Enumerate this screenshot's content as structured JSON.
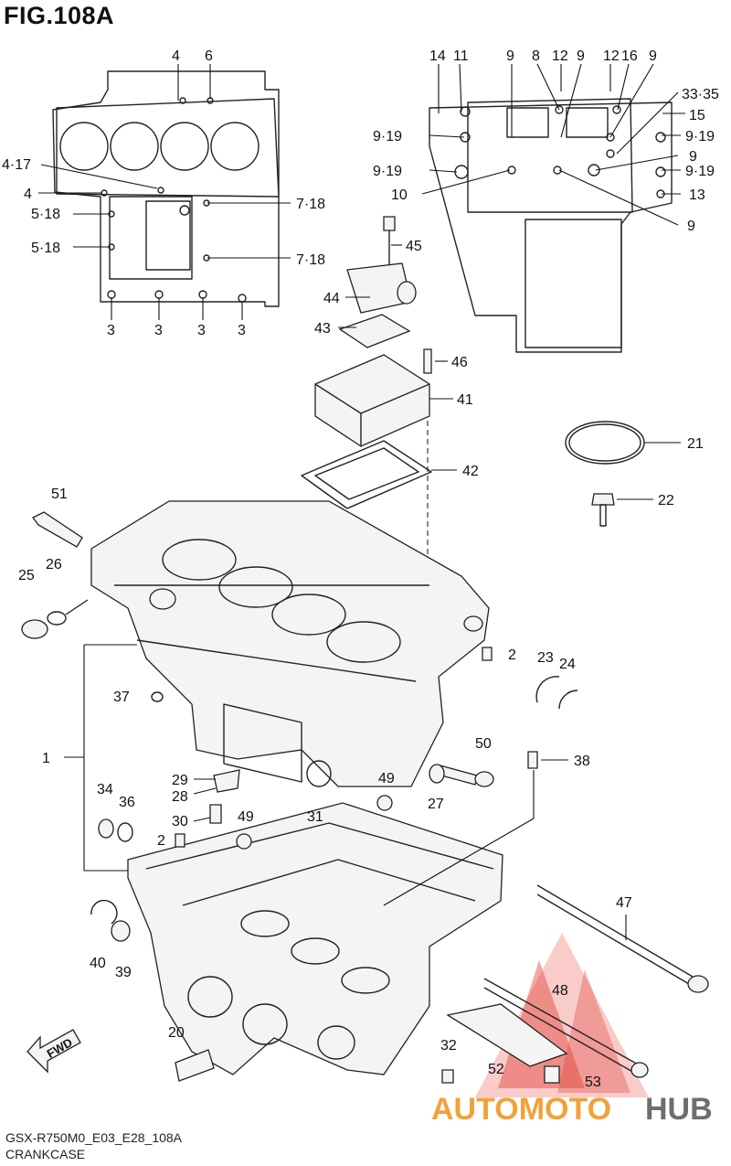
{
  "figure": {
    "title": "FIG.108A"
  },
  "footer": {
    "model_code": "GSX-R750M0_E03_E28_108A",
    "group_name": "CRANKCASE"
  },
  "fwd_label": "FWD",
  "watermark": {
    "brand_part1": "AUTOMOTO",
    "brand_part2": "HUB",
    "color_red": "#e0403a",
    "color_orange": "#f0a23a",
    "color_grey": "#6e6e6e"
  },
  "callouts": {
    "c4a": "4",
    "c6": "6",
    "c417": "4·17",
    "c4b": "4",
    "c518a": "5·18",
    "c518b": "5·18",
    "c718a": "7·18",
    "c718b": "7·18",
    "c3a": "3",
    "c3b": "3",
    "c3c": "3",
    "c3d": "3",
    "c14": "14",
    "c11": "11",
    "c9a": "9",
    "c8": "8",
    "c12a": "12",
    "c9b": "9",
    "c12b": "12",
    "c16": "16",
    "c9c": "9",
    "c3335": "33·35",
    "c15": "15",
    "c919a": "9·19",
    "c919b": "9·19",
    "c919c": "9·19",
    "c919d": "9·19",
    "c9d": "9",
    "c10": "10",
    "c13": "13",
    "c9e": "9",
    "c45": "45",
    "c44": "44",
    "c43": "43",
    "c46": "46",
    "c41": "41",
    "c21": "21",
    "c42": "42",
    "c22": "22",
    "c51": "51",
    "c25": "25",
    "c26": "26",
    "c2a": "2",
    "c23": "23",
    "c24": "24",
    "c37": "37",
    "c1": "1",
    "c50": "50",
    "c38": "38",
    "c29": "29",
    "c28": "28",
    "c49a": "49",
    "c34": "34",
    "c36": "36",
    "c30": "30",
    "c49b": "49",
    "c31": "31",
    "c27": "27",
    "c2b": "2",
    "c47": "47",
    "c40": "40",
    "c39": "39",
    "c48": "48",
    "c20": "20",
    "c32": "32",
    "c52": "52",
    "c53": "53"
  }
}
